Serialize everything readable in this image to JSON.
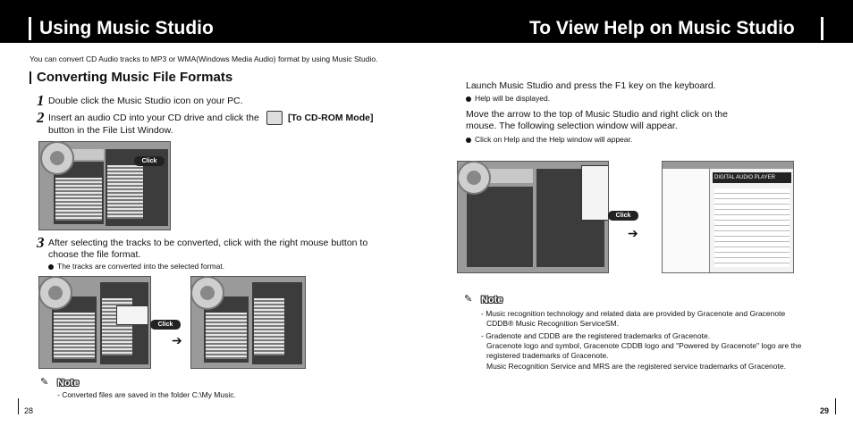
{
  "header": {
    "left_title": "Using Music Studio",
    "right_title": "To View Help on Music Studio"
  },
  "left": {
    "intro": "You can convert CD Audio tracks to MP3 or WMA(Windows Media Audio) format by using Music Studio.",
    "section_title": "Converting Music File Formats",
    "steps": [
      {
        "num": "1",
        "line1": "Double click the Music Studio icon on your PC."
      },
      {
        "num": "2",
        "line1a": "Insert an audio CD into your CD drive and click the",
        "line1b": "[To CD-ROM Mode]",
        "line2": "button in the File List Window."
      },
      {
        "num": "3",
        "line1": "After selecting the tracks to be converted, click with the right mouse button to",
        "line2": "choose the file format.",
        "bullet": "The tracks are converted into the selected format."
      }
    ],
    "click_label": "Click",
    "note_word": "Note",
    "note_text": "- Converted files are saved in the folder C:\\My Music.",
    "page_number": "28"
  },
  "right": {
    "line1": "Launch Music Studio and press the F1 key on the keyboard.",
    "bullet1": "Help will be displayed.",
    "line2a": "Move the arrow to the top of Music Studio and right click on the",
    "line2b": "mouse. The following selection window will appear.",
    "bullet2": "Click on Help and the Help window will appear.",
    "click_label": "Click",
    "help_title": "DIGITAL AUDIO PLAYER",
    "note_word": "Note",
    "notes": [
      "- Music recognition technology and related data are provided by Gracenote and Gracenote",
      "CDDB® Music Recognition ServiceSM.",
      "- Gradenote and CDDB are the registered trademarks of Gracenote.",
      "Gracenote logo and symbol, Gracenote CDDB logo and \"Powered by Gracenote\" logo are the",
      "registered trademarks of Gracenote.",
      "Music Recognition Service and MRS are the registered service trademarks of Gracenote."
    ],
    "page_number": "29"
  }
}
